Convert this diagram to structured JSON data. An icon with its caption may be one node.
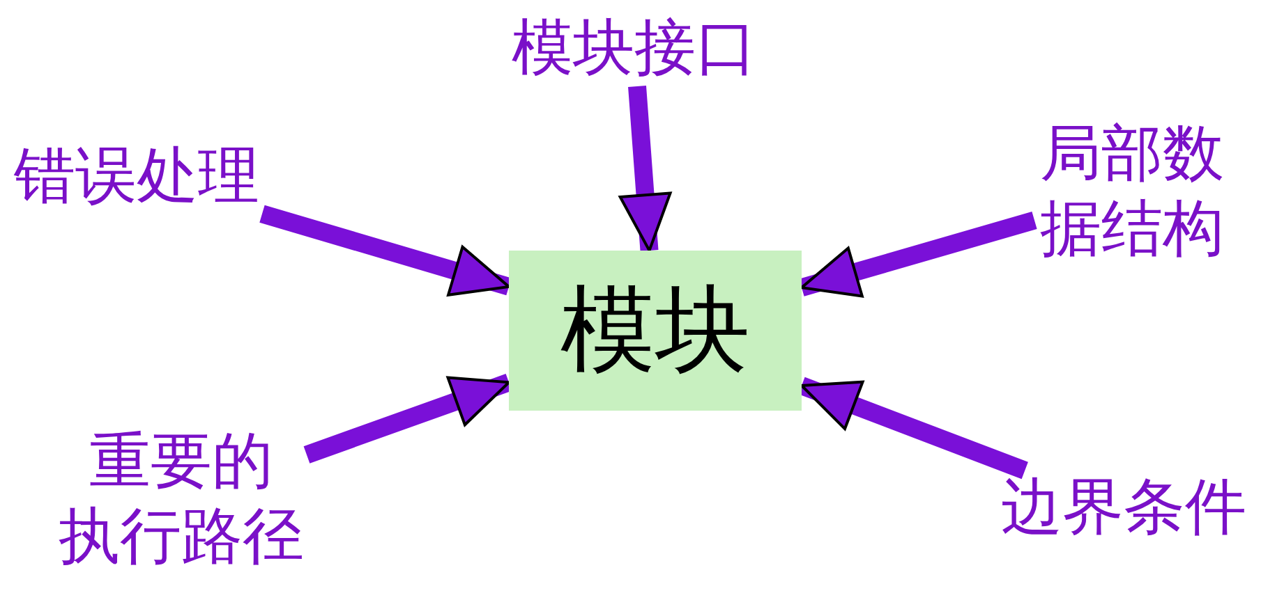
{
  "diagram": {
    "nodes": [
      {
        "text": [
          "模块"
        ]
      },
      {
        "text": [
          "模块接口"
        ]
      },
      {
        "text": [
          "错误处理"
        ]
      },
      {
        "text": [
          "局部数据结构"
        ]
      },
      {
        "text": [
          "重要的执行路径"
        ]
      },
      {
        "text": [
          "边界条件"
        ]
      }
    ],
    "edges": [
      {
        "from": 1,
        "to": 0,
        "arrow": "to"
      },
      {
        "from": 2,
        "to": 0,
        "arrow": "to"
      },
      {
        "from": 3,
        "to": 0,
        "arrow": "to"
      },
      {
        "from": 4,
        "to": 0,
        "arrow": "to"
      },
      {
        "from": 5,
        "to": 0,
        "arrow": "to"
      }
    ]
  }
}
